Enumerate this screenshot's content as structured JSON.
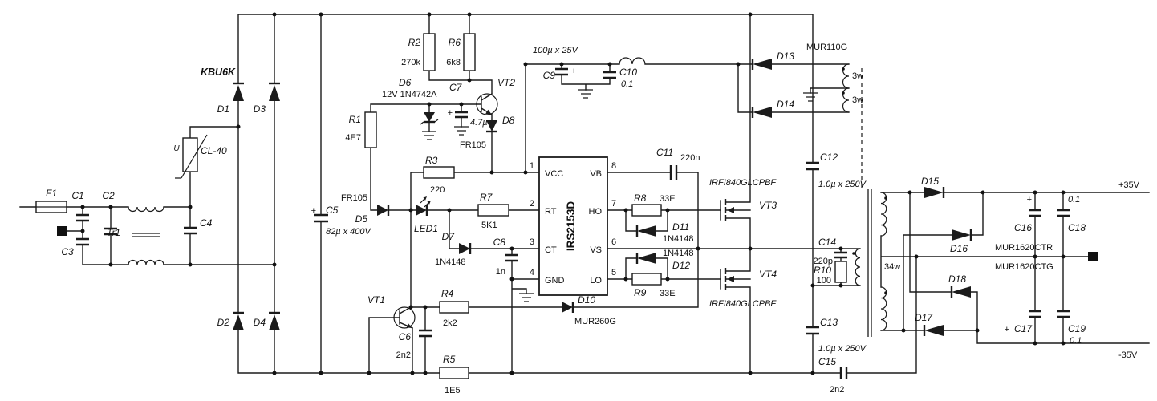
{
  "schematic": {
    "input": {
      "f1": "F1",
      "c1": "C1",
      "c2": "C2",
      "c3": "C3",
      "tr1": "Tr1",
      "c4": "C4",
      "cl40": "CL-40",
      "cl40_mark": "U"
    },
    "bridge": {
      "part": "KBU6K",
      "d1": "D1",
      "d2": "D2",
      "d3": "D3",
      "d4": "D4"
    },
    "bulk": {
      "plus": "+",
      "c5": "C5",
      "c5_value": "82µ x 400V"
    },
    "startup": {
      "r2": "R2",
      "r2_value": "270k",
      "r6": "R6",
      "r6_value": "6k8",
      "d6": "D6",
      "d6_value": "12V 1N4742A",
      "c7": "C7",
      "c7_plus": "+",
      "c7_value": "4.7µ",
      "vt2": "VT2",
      "r1": "R1",
      "r1_value": "4E7",
      "d8": "D8",
      "d8_value": "FR105"
    },
    "driver": {
      "r3": "R3",
      "r3_value": "220",
      "d5": "D5",
      "d5_value": "FR105",
      "led1": "LED1",
      "r7": "R7",
      "r7_value": "5K1",
      "d7": "D7",
      "d7_value": "1N4148",
      "c8": "C8",
      "c8_value": "1n"
    },
    "ic": {
      "name": "IRS2153D",
      "pin1": "1",
      "pin2": "2",
      "pin3": "3",
      "pin4": "4",
      "pin5": "5",
      "pin6": "6",
      "pin7": "7",
      "pin8": "8",
      "vcc": "VCC",
      "rt": "RT",
      "ct": "CT",
      "gnd": "GND",
      "vb": "VB",
      "ho": "HO",
      "vs": "VS",
      "lo": "LO"
    },
    "gates": {
      "c11": "C11",
      "c11_value": "220n",
      "r8": "R8",
      "r8_value": "33E",
      "d11": "D11",
      "d11_value": "1N4148",
      "d12": "D12",
      "d12_value": "1N4148",
      "r9": "R9",
      "r9_value": "33E",
      "vt3": "VT3",
      "vt3_part": "IRFI840GLCPBF",
      "vt4": "VT4",
      "vt4_part": "IRFI840GLCPBF"
    },
    "aux": {
      "title": "100µ x 25V",
      "c9": "C9",
      "c9_plus": "+",
      "c10": "C10",
      "c10_value": "0.1",
      "d13": "D13",
      "d14": "D14",
      "part": "MUR110G",
      "w1": "3w",
      "w2": "3w"
    },
    "tank": {
      "c12": "C12",
      "c12_value": "1.0µ x 250V",
      "c13": "C13",
      "c13_value": "1.0µ x 250V",
      "c14": "C14",
      "c14_value": "220p",
      "r10": "R10",
      "r10_value": "100",
      "w": "34w",
      "c15": "C15",
      "c15_value": "2n2"
    },
    "output": {
      "d15": "D15",
      "d16": "D16",
      "d17": "D17",
      "d18": "D18",
      "part_top": "MUR1620CTR",
      "part_bottom": "MUR1620CTG",
      "c16": "C16",
      "c16_plus": "+",
      "c18": "C18",
      "c18_value": "0.1",
      "c17": "C17",
      "c17_plus": "+",
      "c19": "C19",
      "c19_value": "0.1",
      "rail_pos": "+35V",
      "rail_neg": "-35V"
    },
    "protection": {
      "vt1": "VT1",
      "r4": "R4",
      "r4_value": "2k2",
      "c6": "C6",
      "c6_value": "2n2",
      "d10": "D10",
      "d10_value": "MUR260G",
      "r5": "R5",
      "r5_value": "1E5"
    }
  }
}
